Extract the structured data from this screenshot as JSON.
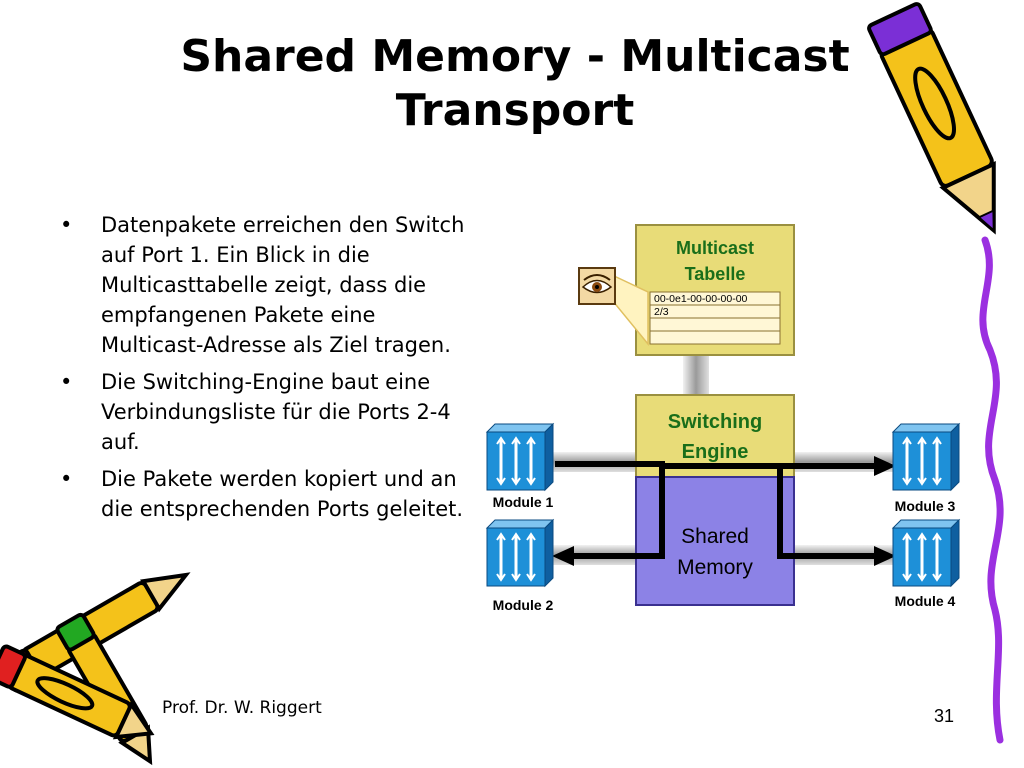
{
  "slide": {
    "title": "Shared Memory - Multicast Transport",
    "bullets": [
      "Datenpakete erreichen den Switch auf Port 1. Ein Blick in die Multicasttabelle zeigt, dass die empfangenen Pakete eine Multicast-Adresse als Ziel tragen.",
      "Die Switching-Engine baut eine Verbindungsliste für die Ports 2-4 auf.",
      "Die Pakete werden kopiert und an die entsprechenden Ports geleitet."
    ],
    "bullet_marker": "•",
    "footer": "Prof. Dr. W. Riggert",
    "page_number": "31"
  },
  "diagram": {
    "multicast_table": {
      "title_line1": "Multicast",
      "title_line2": "Tabelle",
      "row1": "00-0e1-00-00-00-00",
      "row2": "2/3"
    },
    "switching_engine": {
      "line1": "Switching",
      "line2": "Engine"
    },
    "shared_memory": {
      "line1": "Shared",
      "line2": "Memory"
    },
    "modules": [
      "Module 1",
      "Module 2",
      "Module 3",
      "Module 4"
    ],
    "icons": [
      "eye-icon",
      "module-icon"
    ],
    "colors": {
      "table_fill": "#e8dc78",
      "table_text": "#1a6e1a",
      "engine_text": "#1a6e1a",
      "memory_fill": "#8c82e6",
      "module_fill": "#1e90d8",
      "pencil_yellow": "#f0c020",
      "pencil_purple": "#8a2be2"
    }
  }
}
